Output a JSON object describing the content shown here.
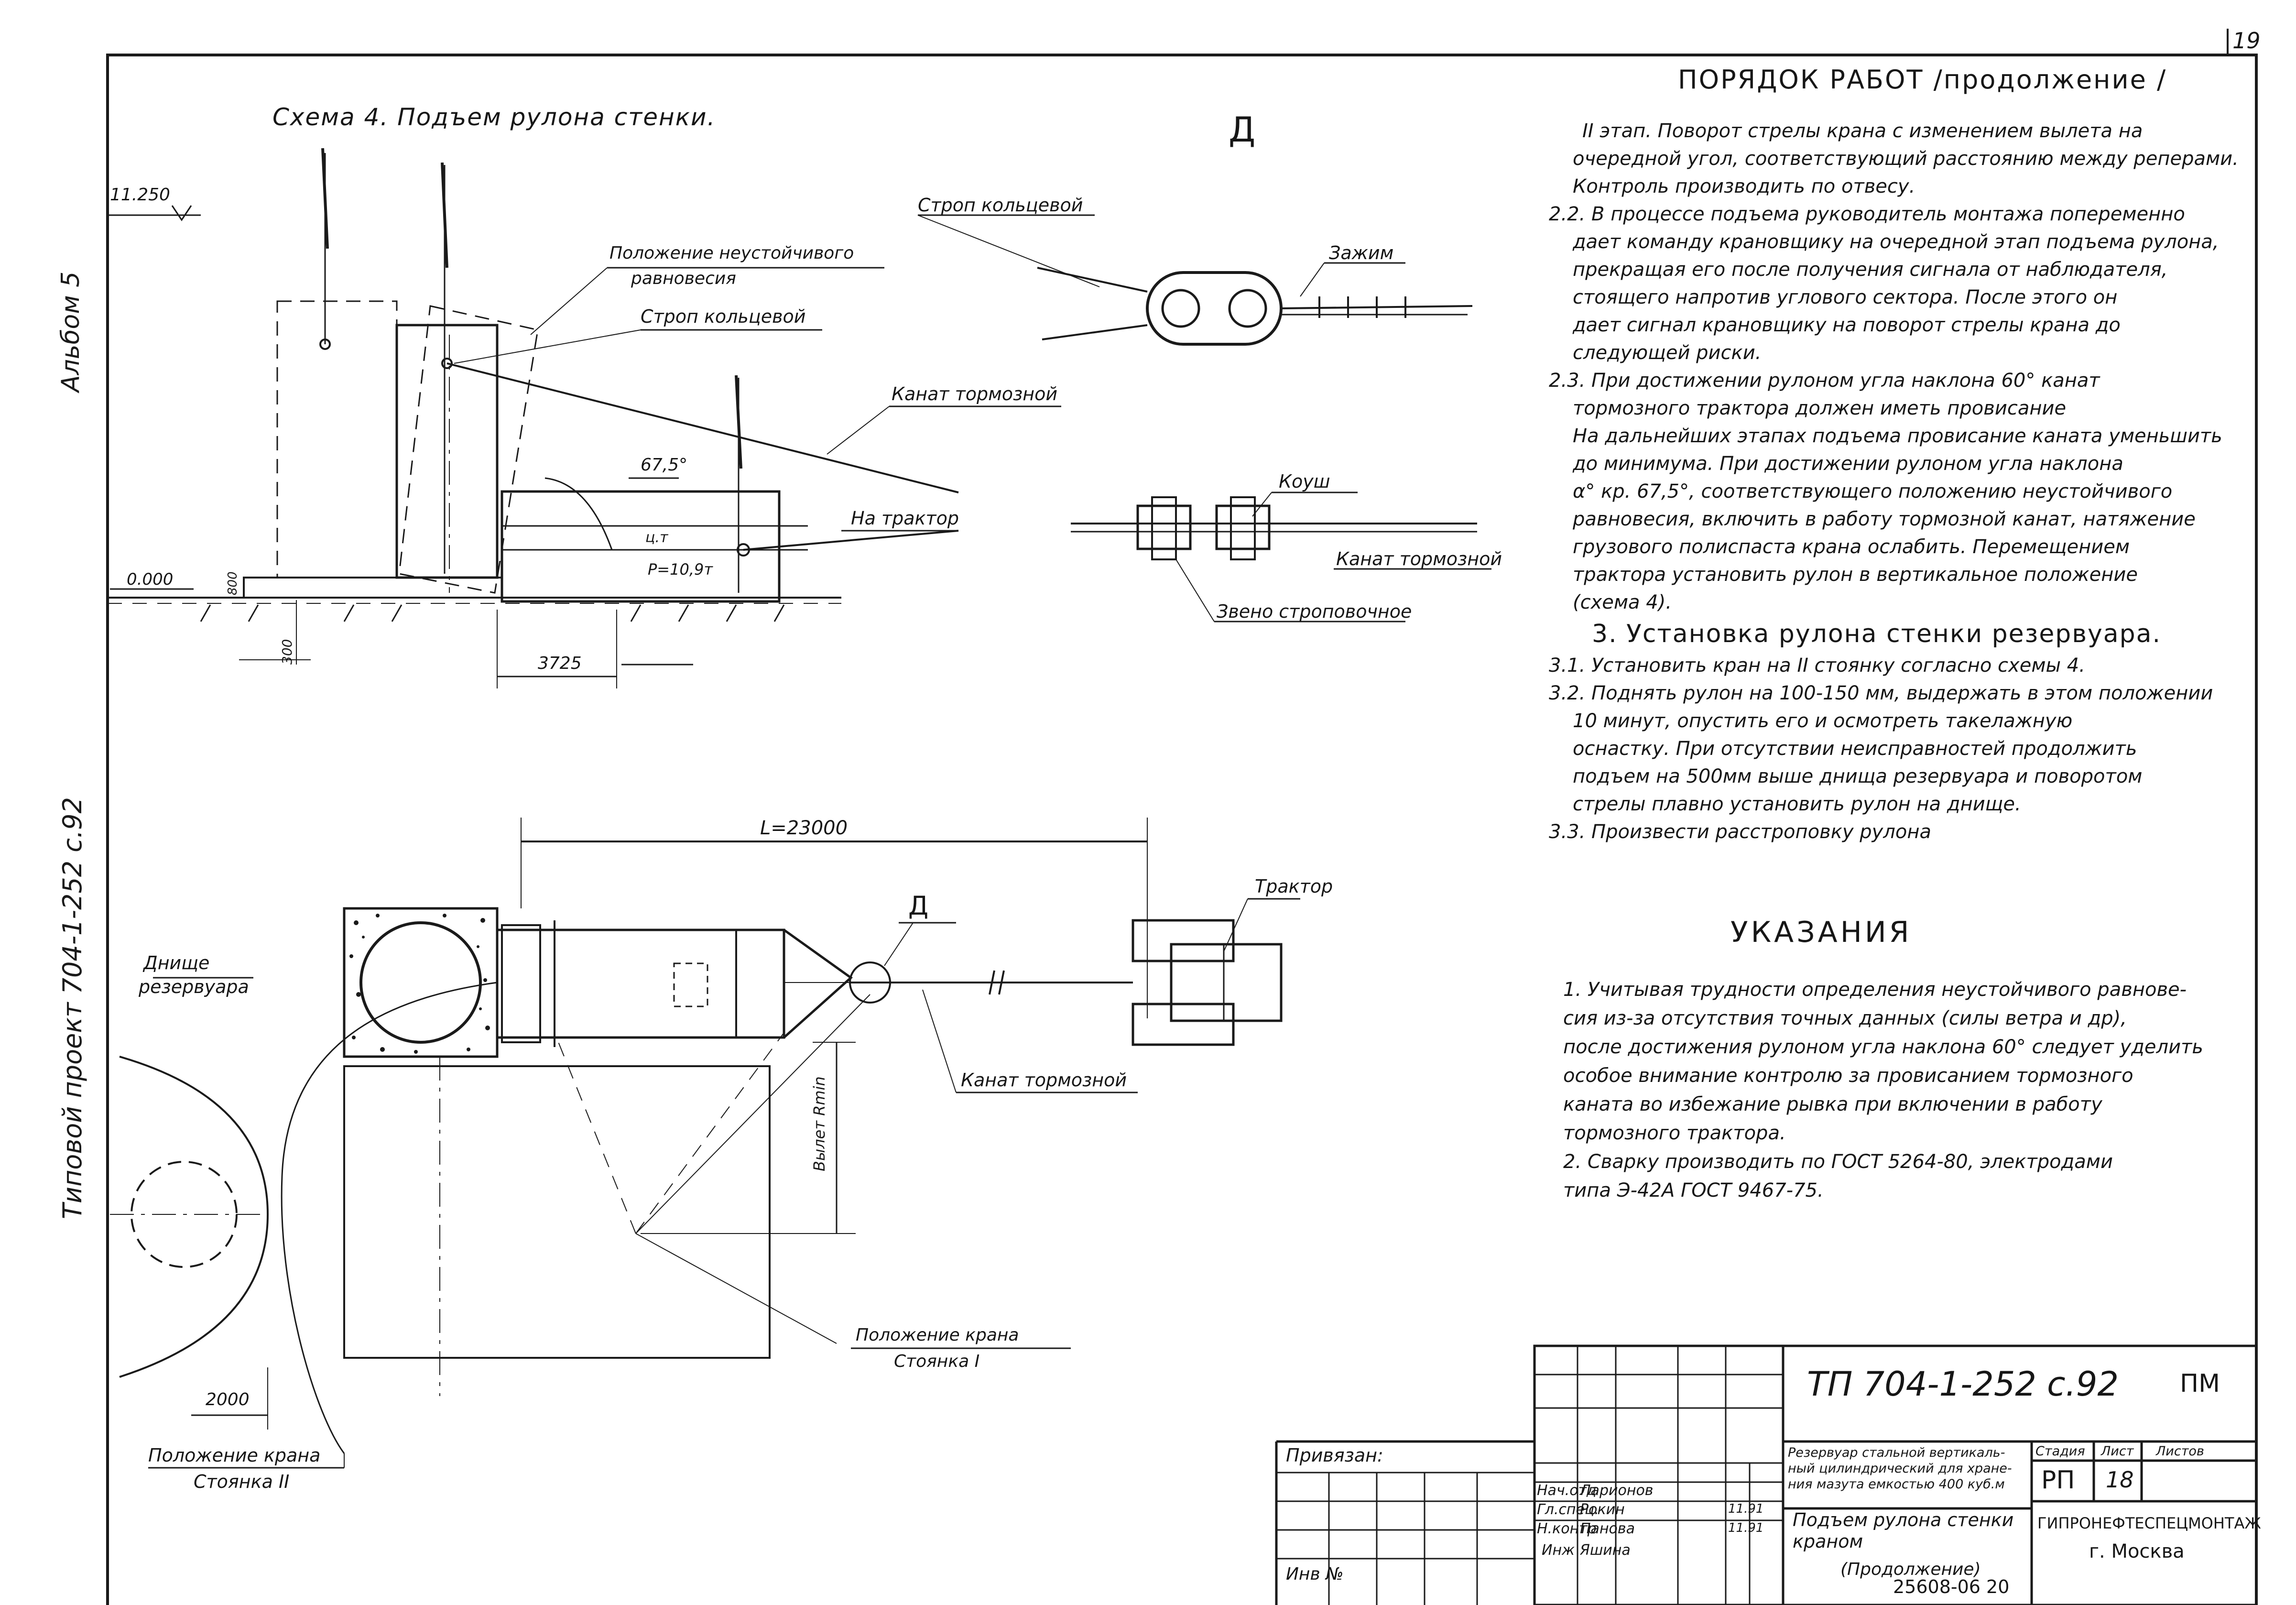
{
  "page_number": "19",
  "side_label_album": "Альбом 5",
  "side_label_project": "Типовой проект 704-1-252 с.92",
  "scheme_title": "Схема 4. Подъем рулона стенки.",
  "detail_letter": "Д",
  "elevation_mark": "11.250",
  "ground_mark": "0.000",
  "labels": {
    "unstable_position": [
      "Положение неустойчивого",
      "равновесия"
    ],
    "ring_sling_1": "Строп кольцевой",
    "brake_rope_1": "Канат тормозной",
    "to_tractor": "На трактор",
    "angle": "67,5°",
    "cog": "ц.т",
    "load": "P=10,9т",
    "dim_300": "300",
    "dim_800": "800",
    "dim_3725": "3725",
    "ring_sling_2": "Строп кольцевой",
    "clamp": "Зажим",
    "thimble": "Коуш",
    "brake_rope_2": "Канат тормозной",
    "sling_link": "Звено строповочное",
    "L_dim": "L=23000",
    "tractor": "Трактор",
    "detail_ref": "Д",
    "tank_bottom": [
      "Днище",
      "резервуара"
    ],
    "brake_rope_3": "Канат тормозной",
    "reach": "Вылет Rmin",
    "crane_pos_1": [
      "Положение крана",
      "Стоянка I"
    ],
    "crane_pos_2": [
      "Положение крана",
      "Стоянка II"
    ],
    "dim_2000": "2000"
  },
  "work_order": {
    "title": "ПОРЯДОК РАБОТ /продолжение /",
    "lines": [
      "II этап. Поворот стрелы крана с изменением вылета на",
      "очередной угол, соответствующий расстоянию между реперами.",
      "Контроль производить по отвесу.",
      "2.2. В процессе подъема руководитель монтажа попеременно",
      "дает команду крановщику на очередной этап подъема рулона,",
      "прекращая его после получения сигнала от наблюдателя,",
      "стоящего напротив углового сектора. После этого он",
      "дает сигнал крановщику на поворот стрелы крана до",
      "следующей риски.",
      "2.3. При достижении рулоном угла наклона 60° канат",
      "тормозного трактора должен иметь провисание",
      "На дальнейших этапах подъема провисание каната уменьшить",
      "до минимума. При достижении рулоном угла наклона",
      "α° кр. 67,5°, соответствующего положению неустойчивого",
      "равновесия, включить в работу тормозной канат, натяжение",
      "грузового полиспаста крана ослабить. Перемещением",
      "трактора установить рулон в вертикальное положение",
      "(схема 4).",
      "3. Установка рулона стенки резервуара.",
      "3.1. Установить кран на II стоянку согласно схемы 4.",
      "3.2. Поднять рулон на 100-150 мм, выдержать в этом положении",
      "10 минут, опустить его и осмотреть такелажную",
      "оснастку. При отсутствии неисправностей продолжить",
      "подъем на 500мм выше днища резервуара и поворотом",
      "стрелы плавно установить рулон на днище.",
      "3.3. Произвести расстроповку рулона"
    ]
  },
  "instructions": {
    "title": "УКАЗАНИЯ",
    "lines": [
      "1. Учитывая трудности определения неустойчивого равнове-",
      "сия из-за отсутствия точных данных (силы ветра и др),",
      "после достижения рулоном угла наклона 60° следует уделить",
      "особое внимание контролю за провисанием тормозного",
      "каната во избежание рывка при включении в работу",
      "тормозного трактора.",
      "2. Сварку производить по ГОСТ 5264-80, электродами",
      "типа Э-42А ГОСТ 9467-75."
    ]
  },
  "title_block": {
    "code": "ТП 704-1-252 с.92",
    "section": "ПМ",
    "linked": "Привязан:",
    "inv": "Инв №",
    "description": [
      "Резервуар стальной вертикаль-",
      "ный цилиндрический для хране-",
      "ния мазута емкостью 400 куб.м"
    ],
    "sheet_title": [
      "Подъем рулона стенки",
      "краном",
      "(Продолжение)"
    ],
    "stage_hdr": "Стадия",
    "sheet_hdr": "Лист",
    "sheets_hdr": "Листов",
    "stage": "РП",
    "sheet": "18",
    "org": [
      "ГИПРОНЕФТЕСПЕЦМОНТАЖ",
      "г. Москва"
    ],
    "staff": [
      {
        "role": "Нач.отд",
        "name": "Ларионов",
        "date": ""
      },
      {
        "role": "Гл.спец.",
        "name": "Рокин",
        "date": "11.91"
      },
      {
        "role": "Н.контр",
        "name": "Панова",
        "date": "11.91"
      },
      {
        "role": "Инж",
        "name": "Яшина",
        "date": ""
      }
    ],
    "archive_no": "25608-06 20"
  }
}
